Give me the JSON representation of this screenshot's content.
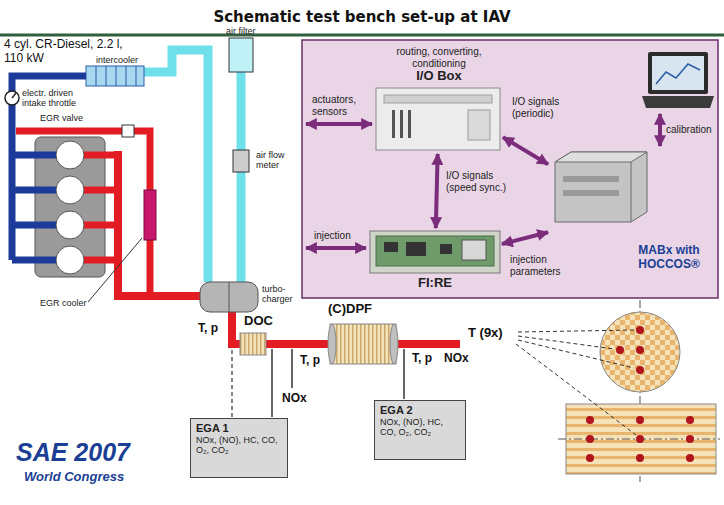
{
  "diagram": {
    "title": "Schematic test bench set-up at IAV",
    "nodes": [
      {
        "text": [
          "routing, converting, conditioning",
          "I/O Box"
        ]
      },
      {
        "text": [
          "FI:RE"
        ]
      },
      {
        "text": [
          "MABx with HOCCOS®"
        ]
      },
      {
        "text": [
          "EGA 1",
          "NOx, (NO), HC, CO, O₂, CO₂"
        ]
      },
      {
        "text": [
          "EGA 2",
          "NOx, (NO), HC, CO, O₂, CO₂"
        ]
      }
    ],
    "edges": [
      {
        "from": 0,
        "to": 2,
        "arrow": "both",
        "label": "I/O signals (periodic)"
      },
      {
        "from": 0,
        "to": 1,
        "arrow": "both",
        "label": "I/O signals (speed sync.)"
      },
      {
        "from": 1,
        "to": 2,
        "arrow": "both",
        "label": "injection parameters"
      }
    ],
    "labels": [
      "4 cyl. CR-Diesel, 2.2 l, 110 kW",
      "intercooler",
      "electr. driven intake throttle",
      "EGR valve",
      "air filter",
      "air flow meter",
      "turbo-charger",
      "EGR cooler",
      "actuators, sensors",
      "injection",
      "calibration",
      "T, p",
      "DOC",
      "(C)DPF",
      "T, p",
      "NOx",
      "T, p",
      "NOx",
      "T (9x)",
      "SAE 2007",
      "World Congress"
    ]
  }
}
